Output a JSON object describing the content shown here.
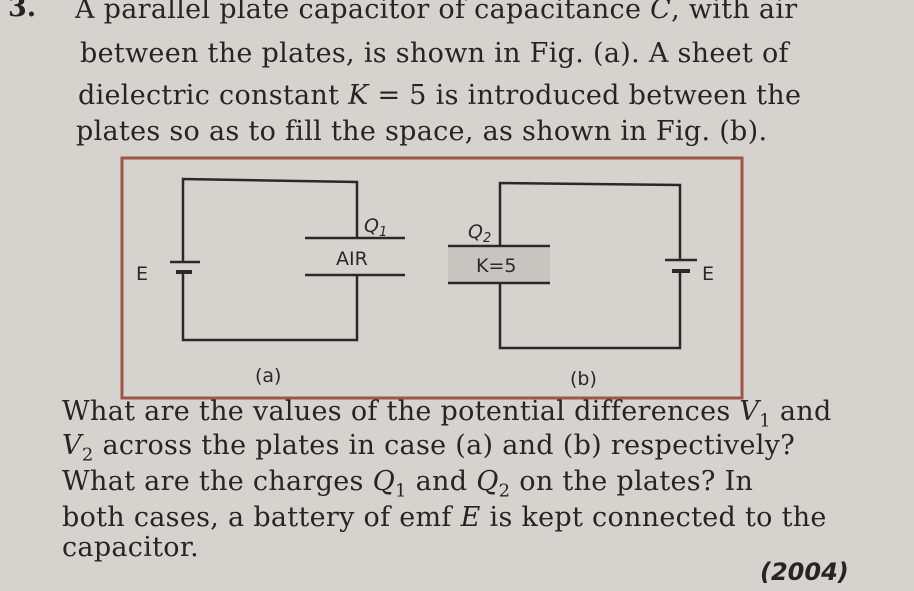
{
  "question": {
    "number": "3.",
    "intro_lines": [
      "A parallel plate capacitor of capacitance C, with air",
      "between the plates, is shown in Fig. (a). A sheet of",
      "dielectric constant K = 5 is introduced between the",
      "plates so as to fill the space, as shown in Fig. (b)."
    ],
    "question_lines": [
      "What are the values of the potential differences V1 and",
      "V2 across the plates in case (a) and (b) respectively?",
      "What are the charges Q1 and Q2 on the plates? In",
      "both cases, a battery of emf E is kept connected to the",
      "capacitor."
    ],
    "year": "(2004)"
  },
  "figure": {
    "border_color": "#a0544c",
    "a": {
      "battery_label": "E",
      "charge_label": "Q1",
      "medium_label": "AIR",
      "caption": "(a)"
    },
    "b": {
      "battery_label": "E",
      "charge_label": "Q2",
      "medium_label": "K=5",
      "caption": "(b)"
    }
  }
}
